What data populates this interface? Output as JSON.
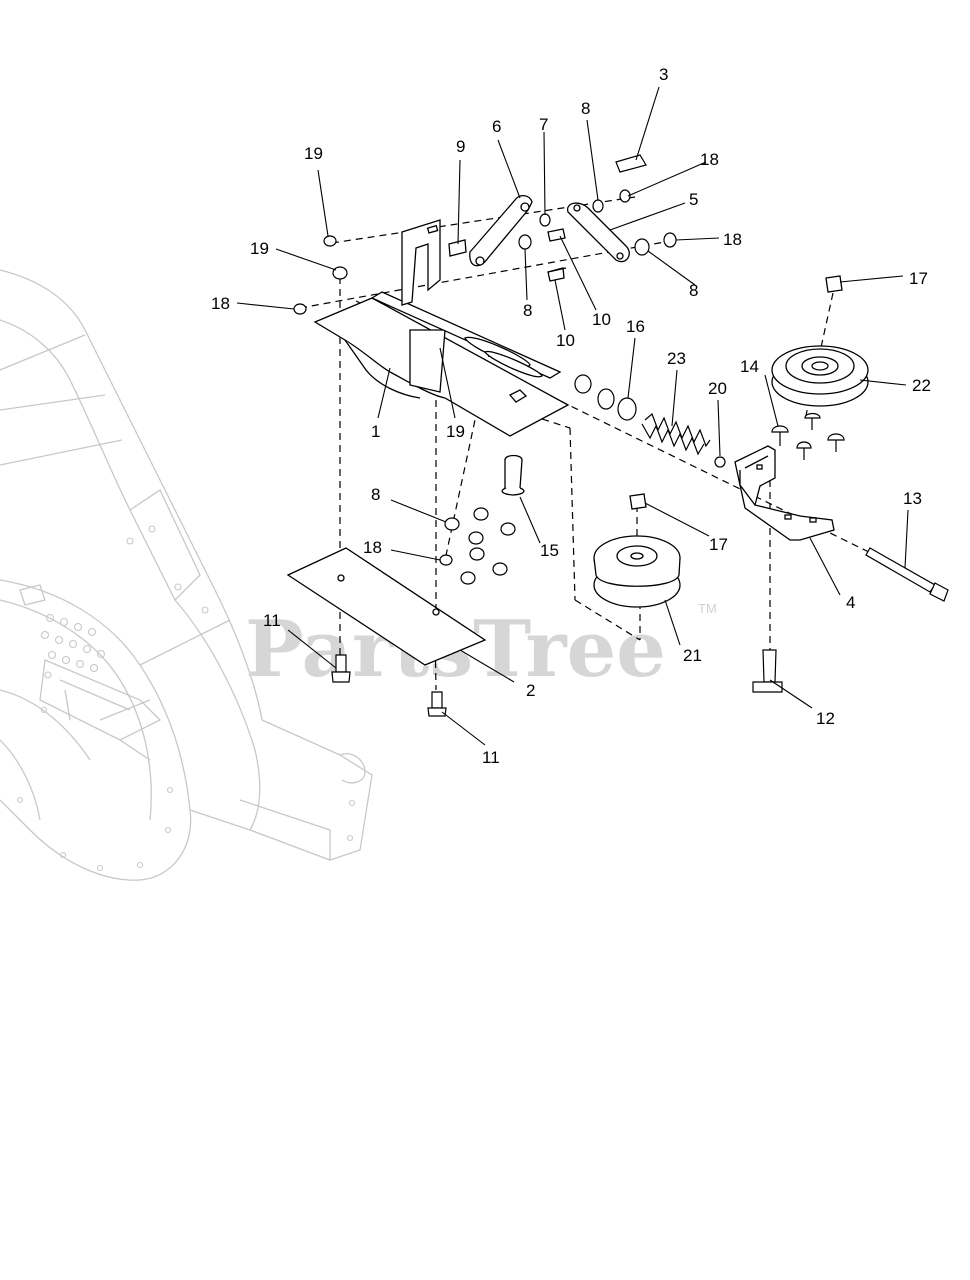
{
  "watermark": {
    "text": "PartsTree",
    "trademark": "TM"
  },
  "callouts": [
    {
      "key": "c1",
      "label": "1"
    },
    {
      "key": "c2",
      "label": "2"
    },
    {
      "key": "c3",
      "label": "3"
    },
    {
      "key": "c4",
      "label": "4"
    },
    {
      "key": "c5",
      "label": "5"
    },
    {
      "key": "c6",
      "label": "6"
    },
    {
      "key": "c7",
      "label": "7"
    },
    {
      "key": "c8a",
      "label": "8"
    },
    {
      "key": "c8b",
      "label": "8"
    },
    {
      "key": "c8c",
      "label": "8"
    },
    {
      "key": "c8d",
      "label": "8"
    },
    {
      "key": "c9",
      "label": "9"
    },
    {
      "key": "c10a",
      "label": "10"
    },
    {
      "key": "c10b",
      "label": "10"
    },
    {
      "key": "c11a",
      "label": "11"
    },
    {
      "key": "c11b",
      "label": "11"
    },
    {
      "key": "c12",
      "label": "12"
    },
    {
      "key": "c13",
      "label": "13"
    },
    {
      "key": "c14",
      "label": "14"
    },
    {
      "key": "c15",
      "label": "15"
    },
    {
      "key": "c16",
      "label": "16"
    },
    {
      "key": "c17a",
      "label": "17"
    },
    {
      "key": "c17b",
      "label": "17"
    },
    {
      "key": "c18a",
      "label": "18"
    },
    {
      "key": "c18b",
      "label": "18"
    },
    {
      "key": "c18c",
      "label": "18"
    },
    {
      "key": "c18d",
      "label": "18"
    },
    {
      "key": "c19a",
      "label": "19"
    },
    {
      "key": "c19b",
      "label": "19"
    },
    {
      "key": "c19c",
      "label": "19"
    },
    {
      "key": "c20",
      "label": "20"
    },
    {
      "key": "c21",
      "label": "21"
    },
    {
      "key": "c22",
      "label": "22"
    },
    {
      "key": "c23",
      "label": "23"
    }
  ]
}
